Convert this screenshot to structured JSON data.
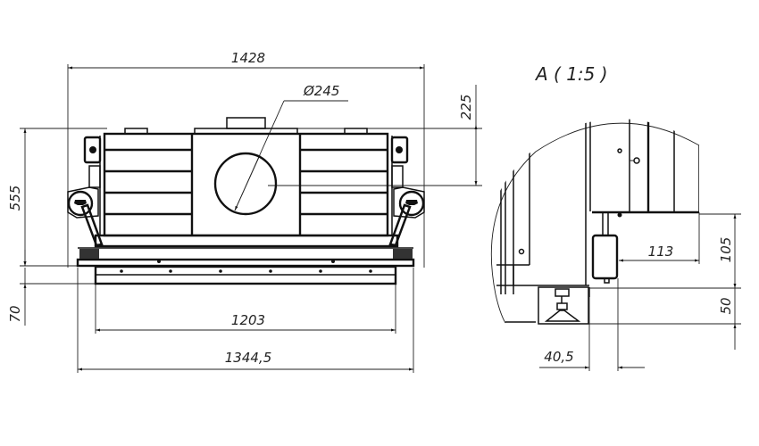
{
  "drawing": {
    "type": "technical drawing",
    "main_view": {
      "dimensions": {
        "overall_width": "1428",
        "flue_diameter": "Ø245",
        "flue_offset": "225",
        "height": "555",
        "base_height": "70",
        "inner_width": "1203",
        "base_width": "1344,5"
      }
    },
    "detail_view": {
      "title": "A ( 1:5 )",
      "dimensions": {
        "horizontal_offset": "113",
        "vertical_upper": "105",
        "vertical_lower": "50",
        "foot_offset": "40,5"
      }
    },
    "colors": {
      "line": "#111111",
      "background": "#ffffff"
    }
  }
}
